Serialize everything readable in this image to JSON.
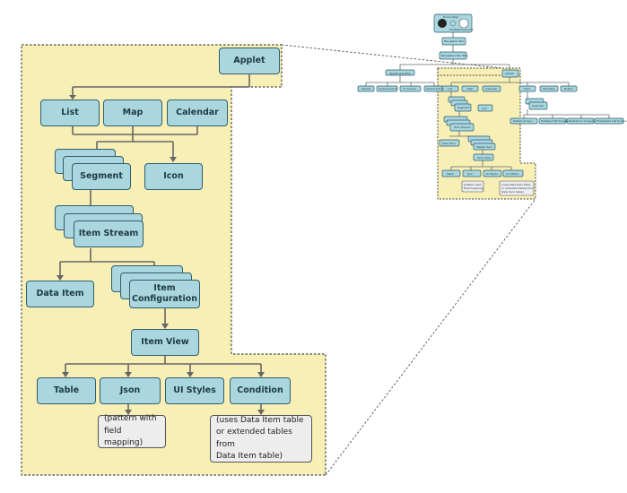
{
  "detail": {
    "applet": "Applet",
    "list": "List",
    "map": "Map",
    "calendar": "Calendar",
    "segment": "Segment",
    "icon": "Icon",
    "item_stream": "Item Stream",
    "data_item": "Data Item",
    "item_configuration": [
      "Item",
      "Configuration"
    ],
    "item_view": "Item View",
    "table": "Table",
    "json": "Json",
    "ui_styles": "UI Styles",
    "condition": "Condition",
    "json_note": [
      "(pattern with",
      "field mapping)"
    ],
    "condition_note": [
      "(uses Data Item table",
      "or extended tables from",
      "Data Item table)"
    ]
  },
  "overview": {
    "top_labels": [
      "Home Page",
      "Profile",
      "Onboarding"
    ],
    "navigation_bar": "Navigation Bar",
    "navigation_bar_tabs": "Navigation Bar Tabs",
    "applet_identifier": "Applet Identifier",
    "left_row": [
      "Header",
      "Global Search",
      "UI Section",
      "Global Action"
    ],
    "applet": "Applet",
    "right_row": [
      "Field",
      "Workflow",
      "Button"
    ],
    "segment": "Segment",
    "screens": [
      "Details Screen",
      "Multiple Edit Screen",
      "Redirect to Screen",
      "Embedded List Screen"
    ],
    "views": [
      "List",
      "Map",
      "Calendar"
    ],
    "segment_mini": "Segment",
    "icon_mini": "Icon",
    "item_stream_mini": "Item Stream",
    "data_item_mini": "Data Item",
    "item_config_mini": "Master Item",
    "item_view_mini": "Item View",
    "bottom_row": [
      "Table",
      "Json",
      "UI Styles",
      "Condition"
    ],
    "json_note_mini": [
      "(pattern with",
      "field mapping)"
    ],
    "condition_note_mini": [
      "(uses Data Item table",
      "or extended tables from",
      "Data Item table)"
    ]
  },
  "colors": {
    "highlight": "#f7efb5",
    "node_fill": "#a9d6df",
    "node_border": "#2f5e6c",
    "connector": "#666666",
    "note_fill": "#ededed"
  }
}
